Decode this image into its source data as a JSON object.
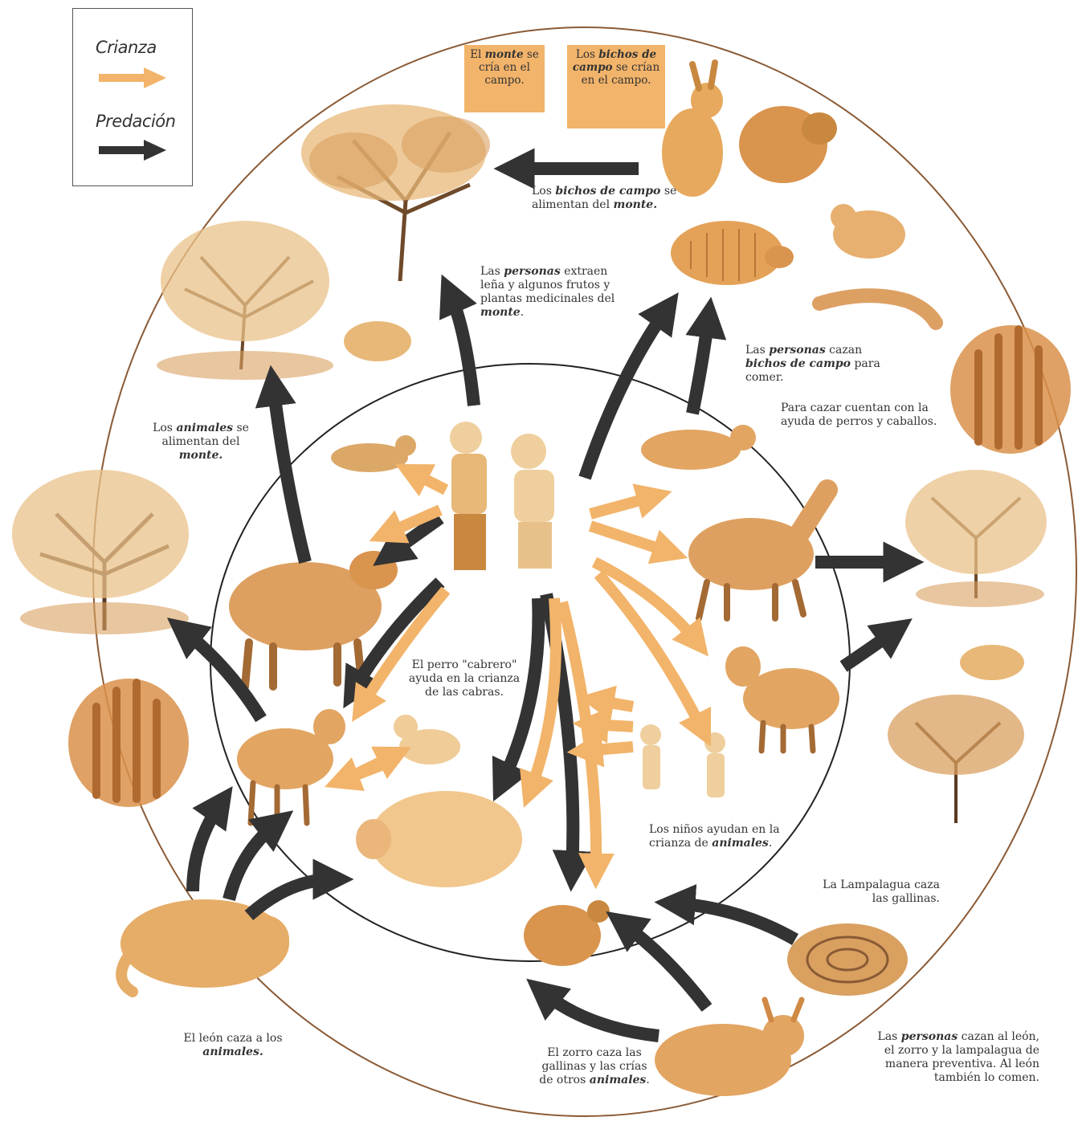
{
  "legend": {
    "crianza_label": "Crianza",
    "predacion_label": "Predación",
    "crianza_color": "#f2b46a",
    "predacion_color": "#333333"
  },
  "notes": {
    "monte_1": "El ",
    "monte_b": "monte",
    "monte_2": " se cría en el campo.",
    "bichos_1": "Los ",
    "bichos_b": "bichos de campo",
    "bichos_2": " se crían en el campo."
  },
  "labels": {
    "bichos_monte_1": "Los ",
    "bichos_monte_b1": "bichos de campo",
    "bichos_monte_2": " se alimentan del ",
    "bichos_monte_b2": "monte.",
    "personas_monte_1": "Las ",
    "personas_monte_b1": "personas",
    "personas_monte_2": " extraen leña y algunos frutos y plantas medicinales del ",
    "personas_monte_b2": "monte",
    "personas_monte_3": ".",
    "personas_cazan_1": "Las ",
    "personas_cazan_b1": "personas",
    "personas_cazan_2": " cazan ",
    "personas_cazan_b2": "bichos de campo",
    "personas_cazan_3": " para comer.",
    "perros_caballos": "Para cazar cuentan con la ayuda de perros y caballos.",
    "animales_monte_1": "Los ",
    "animales_monte_b1": "animales",
    "animales_monte_2": " se alimentan del ",
    "animales_monte_b2": "monte.",
    "perro_cabrero": "El perro \"cabrero\" ayuda en la crianza de las cabras.",
    "ninos_1": "Los niños ayudan en la crianza de ",
    "ninos_b": "animales",
    "ninos_2": ".",
    "lampalagua": "La Lampalagua caza las gallinas.",
    "leon_1": "El león caza a los ",
    "leon_b": "animales.",
    "zorro_1": "El zorro caza las gallinas y las crías de otros ",
    "zorro_b": "animales",
    "zorro_2": ".",
    "prev_1": "Las ",
    "prev_b": "personas",
    "prev_2": " cazan al león, el zorro y la lampalagua de manera preventiva. Al león también lo comen."
  }
}
